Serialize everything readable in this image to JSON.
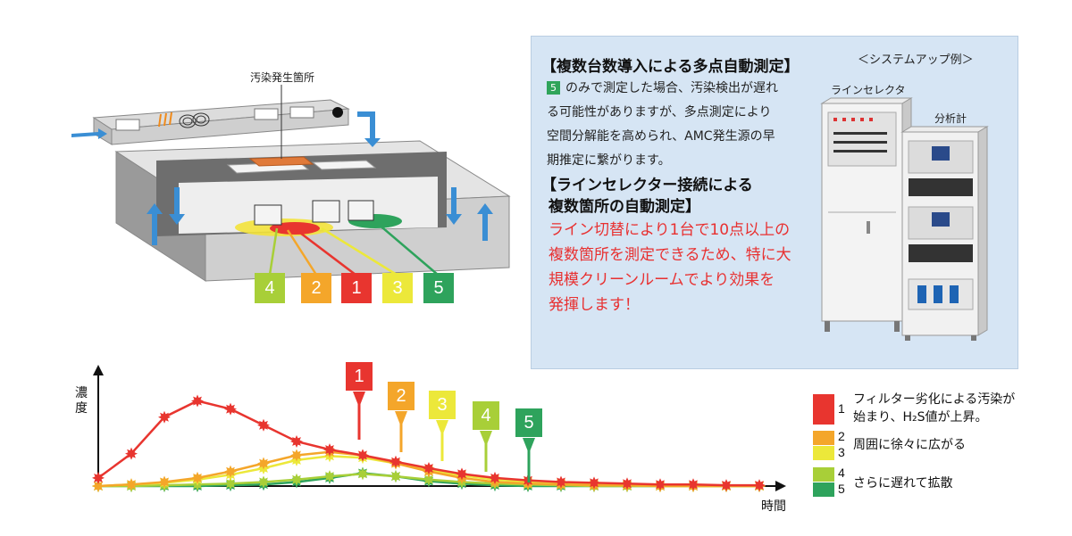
{
  "diagram": {
    "source_label": "汚染発生箇所",
    "sensor_numbers": [
      "4",
      "2",
      "1",
      "3",
      "5"
    ]
  },
  "info_panel": {
    "heading1": "【複数台数導入による多点自動測定】",
    "badge": "5",
    "paragraph1_lines": [
      "のみで測定した場合、汚染検出が遅れ",
      "る可能性がありますが、多点測定により",
      "空間分解能を高められ、AMC発生源の早",
      "期推定に繋がります。"
    ],
    "heading2_lines": [
      "【ラインセレクター接続による",
      "複数箇所の自動測定】"
    ],
    "red_lines": [
      "ライン切替により1台で10点以上の",
      "複数箇所を測定できるため、特に大",
      "規模クリーンルームでより効果を",
      "発揮します！"
    ],
    "system_example": "＜システムアップ例＞",
    "line_selector_label": "ラインセレクタ",
    "analyzer_label": "分析計"
  },
  "chart_data": {
    "type": "line",
    "ylabel": "濃度",
    "xlabel": "時間",
    "pins": [
      "1",
      "2",
      "3",
      "4",
      "5"
    ],
    "series": [
      {
        "id": "1",
        "color": "#e8352f",
        "x": [
          0,
          1,
          2,
          3,
          4,
          5,
          6,
          7,
          8,
          9,
          10,
          11,
          12,
          13,
          14,
          15,
          16,
          17,
          18,
          19,
          20
        ],
        "values": [
          0.1,
          0.4,
          0.85,
          1.05,
          0.95,
          0.75,
          0.55,
          0.45,
          0.38,
          0.3,
          0.22,
          0.15,
          0.1,
          0.07,
          0.05,
          0.04,
          0.03,
          0.02,
          0.02,
          0.01,
          0.01
        ]
      },
      {
        "id": "2",
        "color": "#f4a62a",
        "x": [
          0,
          1,
          2,
          3,
          4,
          5,
          6,
          7,
          8,
          9,
          10,
          11,
          12,
          13,
          14,
          15,
          16,
          17,
          18,
          19,
          20
        ],
        "values": [
          0,
          0.02,
          0.05,
          0.1,
          0.18,
          0.28,
          0.38,
          0.42,
          0.38,
          0.28,
          0.18,
          0.1,
          0.05,
          0.03,
          0.02,
          0.01,
          0.01,
          0,
          0,
          0,
          0
        ]
      },
      {
        "id": "3",
        "color": "#ece83a",
        "x": [
          0,
          1,
          2,
          3,
          4,
          5,
          6,
          7,
          8,
          9,
          10,
          11,
          12,
          13,
          14,
          15,
          16,
          17,
          18,
          19,
          20
        ],
        "values": [
          0,
          0.02,
          0.04,
          0.08,
          0.14,
          0.22,
          0.32,
          0.37,
          0.35,
          0.28,
          0.2,
          0.13,
          0.08,
          0.05,
          0.03,
          0.02,
          0.01,
          0,
          0,
          0,
          0
        ]
      },
      {
        "id": "4",
        "color": "#a8cf38",
        "x": [
          0,
          1,
          2,
          3,
          4,
          5,
          6,
          7,
          8,
          9,
          10,
          11,
          12,
          13,
          14,
          15,
          16,
          17,
          18,
          19,
          20
        ],
        "values": [
          0,
          0,
          0.01,
          0.02,
          0.03,
          0.05,
          0.08,
          0.12,
          0.15,
          0.12,
          0.08,
          0.05,
          0.03,
          0.02,
          0.01,
          0,
          0,
          0,
          0,
          0,
          0
        ]
      },
      {
        "id": "5",
        "color": "#2ea35c",
        "x": [
          0,
          1,
          2,
          3,
          4,
          5,
          6,
          7,
          8,
          9,
          10,
          11,
          12,
          13,
          14,
          15,
          16,
          17,
          18,
          19,
          20
        ],
        "values": [
          0,
          0,
          0,
          0,
          0.01,
          0.02,
          0.05,
          0.1,
          0.16,
          0.12,
          0.06,
          0.03,
          0.01,
          0,
          0,
          0,
          0,
          0,
          0,
          0,
          0
        ]
      }
    ],
    "legend": [
      {
        "numbers": [
          "1"
        ],
        "lines": [
          "フィルター劣化による汚染が",
          "始まり、H₂S値が上昇。"
        ]
      },
      {
        "numbers": [
          "2",
          "3"
        ],
        "lines": [
          "周囲に徐々に広がる"
        ]
      },
      {
        "numbers": [
          "4",
          "5"
        ],
        "lines": [
          "さらに遅れて拡散"
        ]
      }
    ]
  },
  "colors": {
    "red": "#e8352f",
    "orange": "#f4a62a",
    "yellow": "#ece83a",
    "yellowgreen": "#a8cf38",
    "green": "#2ea35c",
    "panel_bg": "#d6e5f4",
    "arrow_blue": "#3a8ed4"
  }
}
